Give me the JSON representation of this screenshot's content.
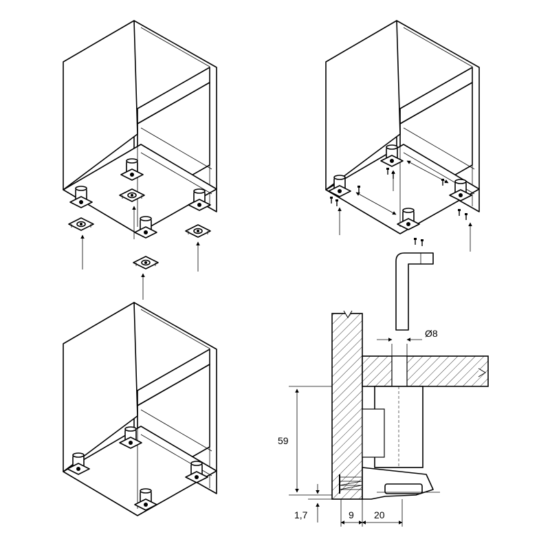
{
  "dimensions": {
    "diameter": "Ø8",
    "height": "59",
    "gap": "1,7",
    "offset_a": "9",
    "offset_b": "20"
  }
}
